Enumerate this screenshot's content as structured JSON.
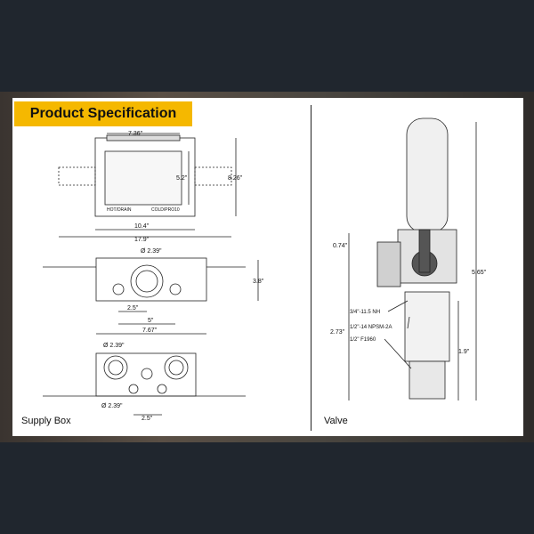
{
  "title": "Product Specification",
  "panels": {
    "left_label": "Supply Box",
    "right_label": "Valve"
  },
  "dimensions": {
    "front_width_top": "7.36\"",
    "front_height_inner": "5.2\"",
    "front_height_outer": "8.26\"",
    "front_width_box": "10.4\"",
    "front_width_overall": "17.9\"",
    "front_left_marking": "HOT/DRAIN",
    "front_right_marking": "COLD/PRO10",
    "side_diameter": "Ø 2.39\"",
    "side_height": "3.8\"",
    "side_spacing_small": "2.5\"",
    "side_spacing_mid": "5\"",
    "side_width": "7.67\"",
    "bottom_diameter_top": "Ø 2.39\"",
    "bottom_diameter_bottom": "Ø 2.39\"",
    "bottom_spacing": "2.5\"",
    "valve_top_offset": "0.74\"",
    "valve_height_overall": "5.65\"",
    "valve_thread_nh": "3/4\"-11.5 NH",
    "valve_thread_npsm": "1/2\"-14 NPSM-2A",
    "valve_f1960": "1/2\" F1960",
    "valve_lower_height": "2.73\"",
    "valve_pex_height": "1.9\""
  },
  "colors": {
    "banner": "#f5b800",
    "line": "#222222",
    "valve_body": "#d9d9d9",
    "valve_handle": "#555555"
  }
}
